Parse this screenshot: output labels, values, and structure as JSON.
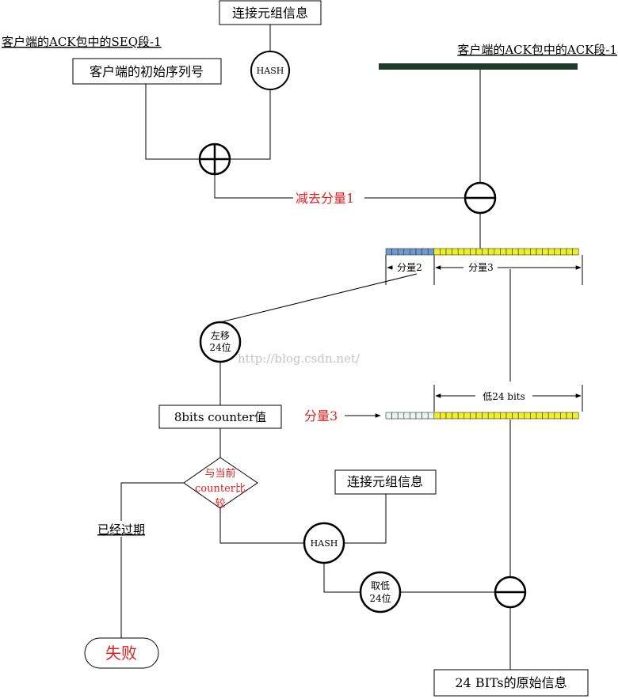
{
  "diagram": {
    "top_tuple_box": "连接元组信息",
    "seq_label": "客户端的ACK包中的SEQ段-1",
    "initial_seq_box": "客户端的初始序列号",
    "hash_top": "HASH",
    "ack_label": "客户端的ACK包中的ACK段-1",
    "subtract_label": "减去分量1",
    "part2_label": "分量2",
    "part3_label": "分量3",
    "shift_left_line1": "左移",
    "shift_left_line2": "24位",
    "watermark": "http://blog.csdn.net/",
    "low24_label": "低24 bits",
    "part3_input_label": "分量3",
    "counter_box": "8bits counter值",
    "compare_line1": "与当前",
    "compare_line2": "counter比",
    "compare_line3": "较",
    "expired_label": "已经过期",
    "bottom_tuple_box": "连接元组信息",
    "hash_bottom": "HASH",
    "take_low_line1": "取低",
    "take_low_line2": "24位",
    "fail_label": "失败",
    "result_box": "24 BITs的原始信息"
  },
  "colors": {
    "line": "#000000",
    "red_text": "#e02020",
    "dark_bar": "#1e3a2c",
    "cell_blue": "#6e9ad2",
    "cell_yellow": "#f0f020",
    "cell_empty": "#e8f4f0",
    "watermark": "#c4c4c4"
  }
}
